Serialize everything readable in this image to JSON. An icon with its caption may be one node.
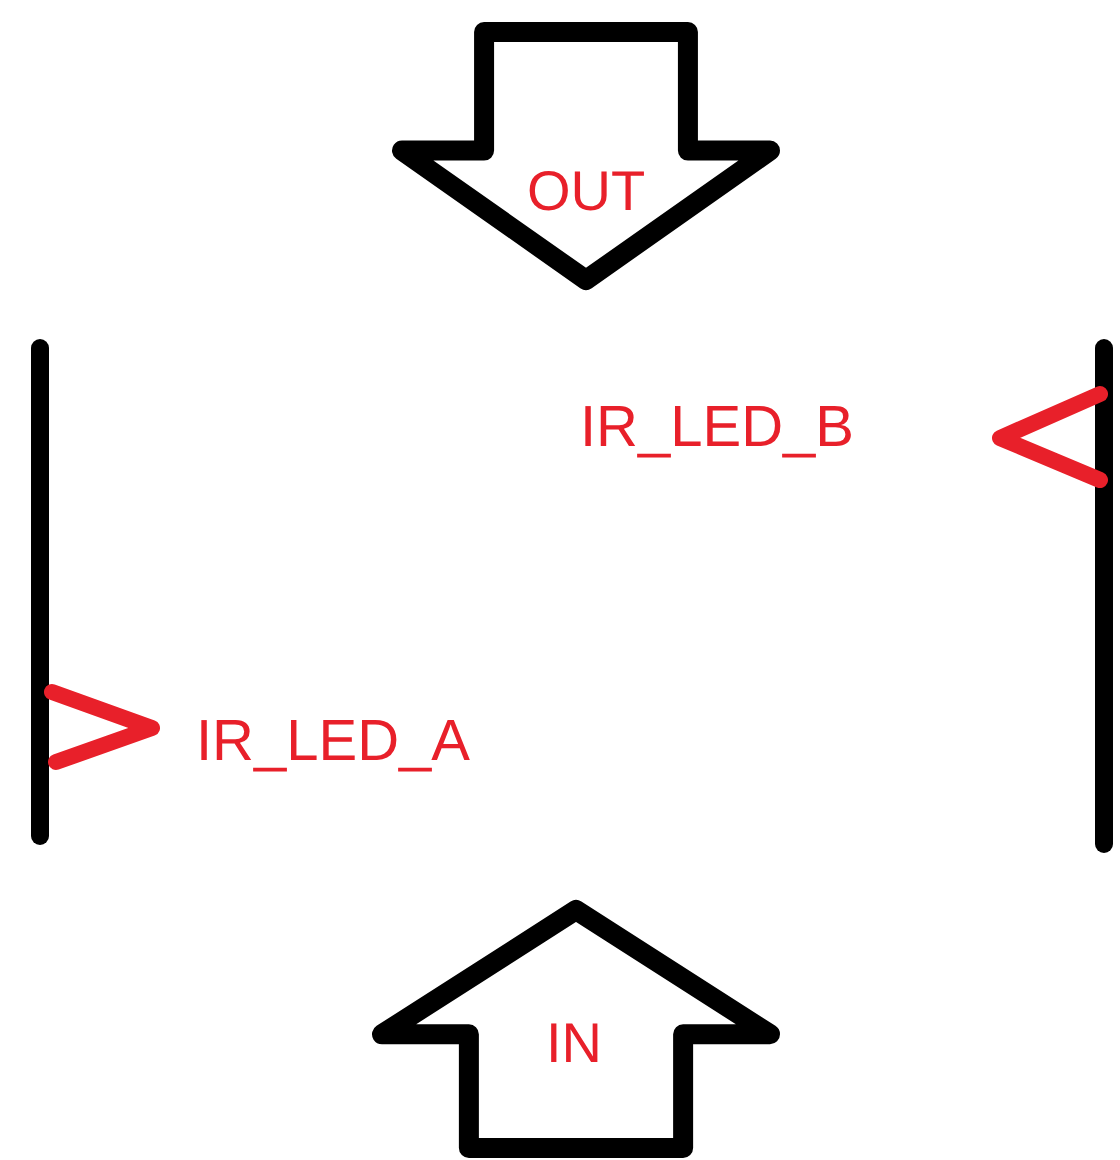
{
  "diagram": {
    "nodes": [
      {
        "text": [
          "OUT"
        ]
      },
      {
        "text": [
          "IN"
        ]
      }
    ],
    "labels": [
      "IR_LED_B",
      "IR_LED_A"
    ]
  }
}
